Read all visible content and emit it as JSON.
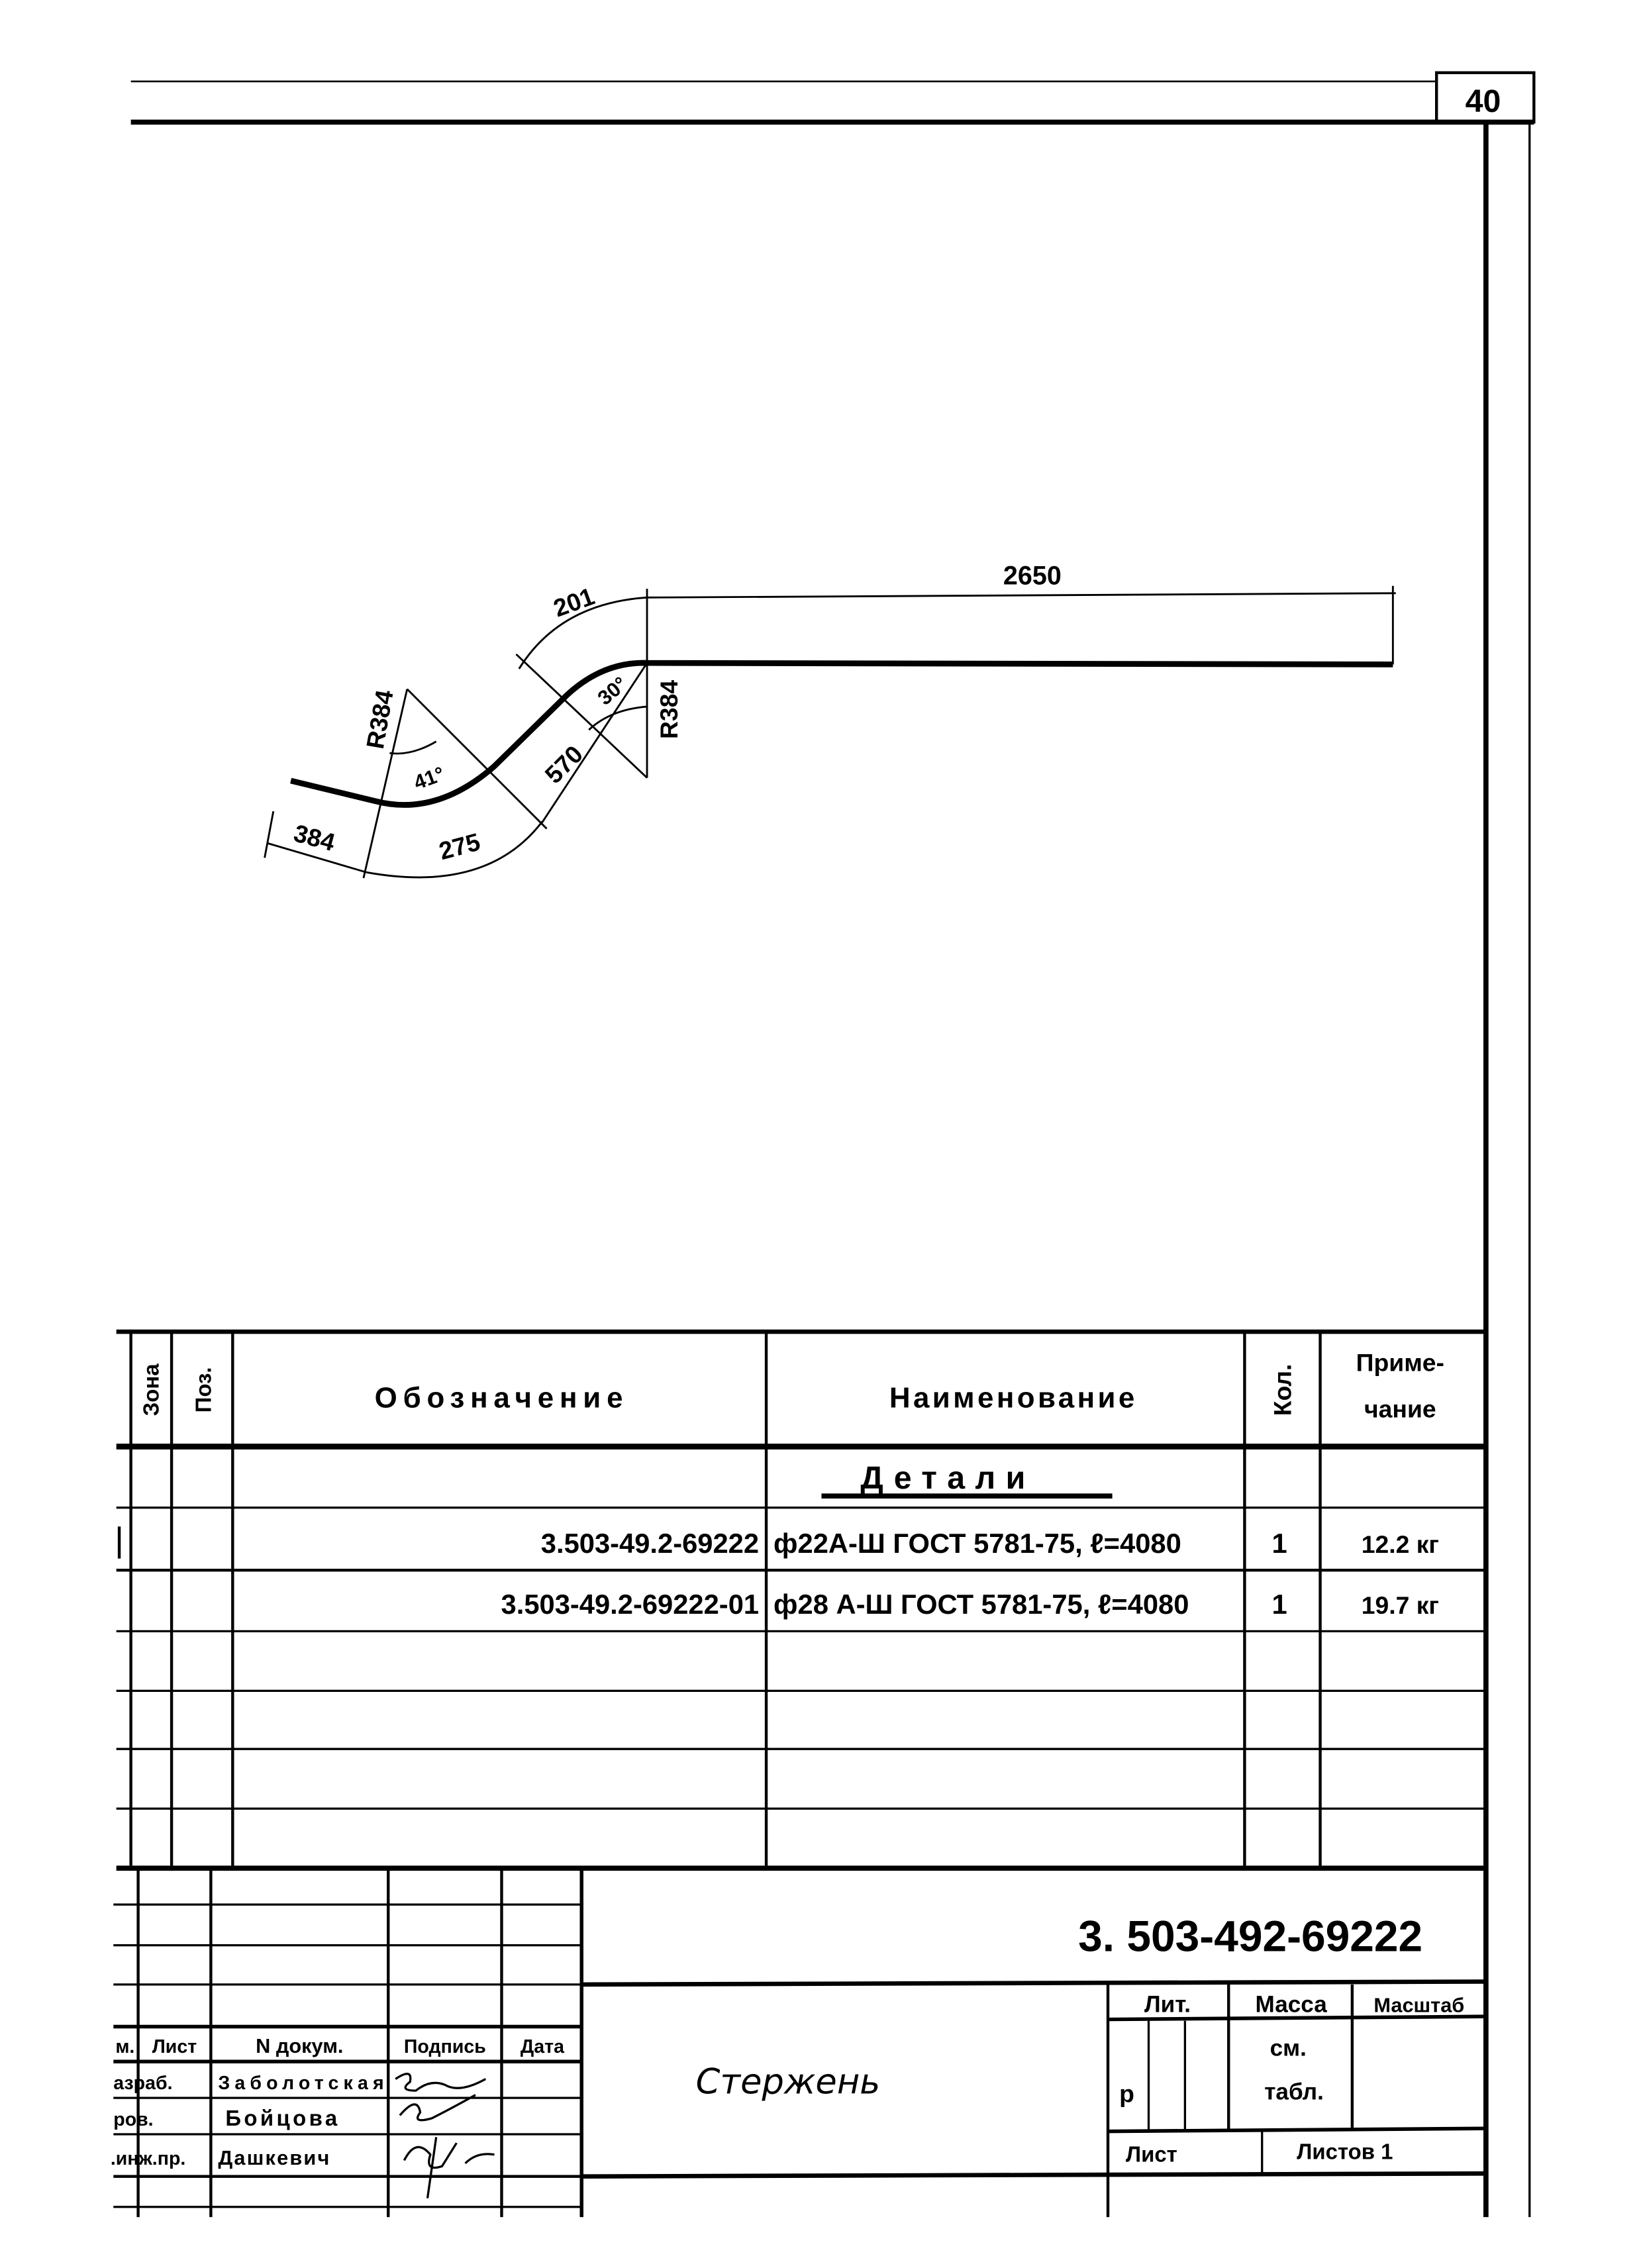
{
  "sheet_number": "40",
  "drawing": {
    "dims": {
      "straight": "2650",
      "arc_top": "201",
      "radius_left": "R384",
      "radius_right": "R384",
      "angle_left": "41°",
      "angle_right": "30°",
      "diag": "570",
      "arc_bottom": "275",
      "end": "384"
    }
  },
  "spec_table": {
    "headers": {
      "zone": "Зона",
      "pos": "Поз.",
      "designation": "Обозначение",
      "name": "Наименование",
      "qty": "Кол.",
      "note": "Приме-чание",
      "note_line1": "Приме-",
      "note_line2": "чание"
    },
    "section": "Детали",
    "rows": [
      {
        "designation": "3.503-49.2-69222",
        "name": "ф22А-Ш ГОСТ 5781-75, ℓ=4080",
        "qty": "1",
        "note": "12.2 кг"
      },
      {
        "designation": "3.503-49.2-69222-01",
        "name": "ф28 А-Ш ГОСТ 5781-75, ℓ=4080",
        "qty": "1",
        "note": "19.7 кг"
      }
    ]
  },
  "title_block": {
    "document_code": "3. 503-492-69222",
    "title": "Стержень",
    "col_headers": [
      "м.",
      "Лист",
      "N докум.",
      "Подпись",
      "Дата"
    ],
    "people": [
      {
        "role": "азраб.",
        "name": "Заболотская"
      },
      {
        "role": "ров.",
        "name": "Бойцова"
      },
      {
        "role": ".инж.пр.",
        "name": "Дашкевич"
      }
    ],
    "lit_label": "Лит.",
    "lit_value": "р",
    "mass_label": "Масса",
    "mass_value_1": "см.",
    "mass_value_2": "табл.",
    "scale_label": "Масштаб",
    "sheet_label": "Лист",
    "sheets_label": "Листов 1"
  }
}
